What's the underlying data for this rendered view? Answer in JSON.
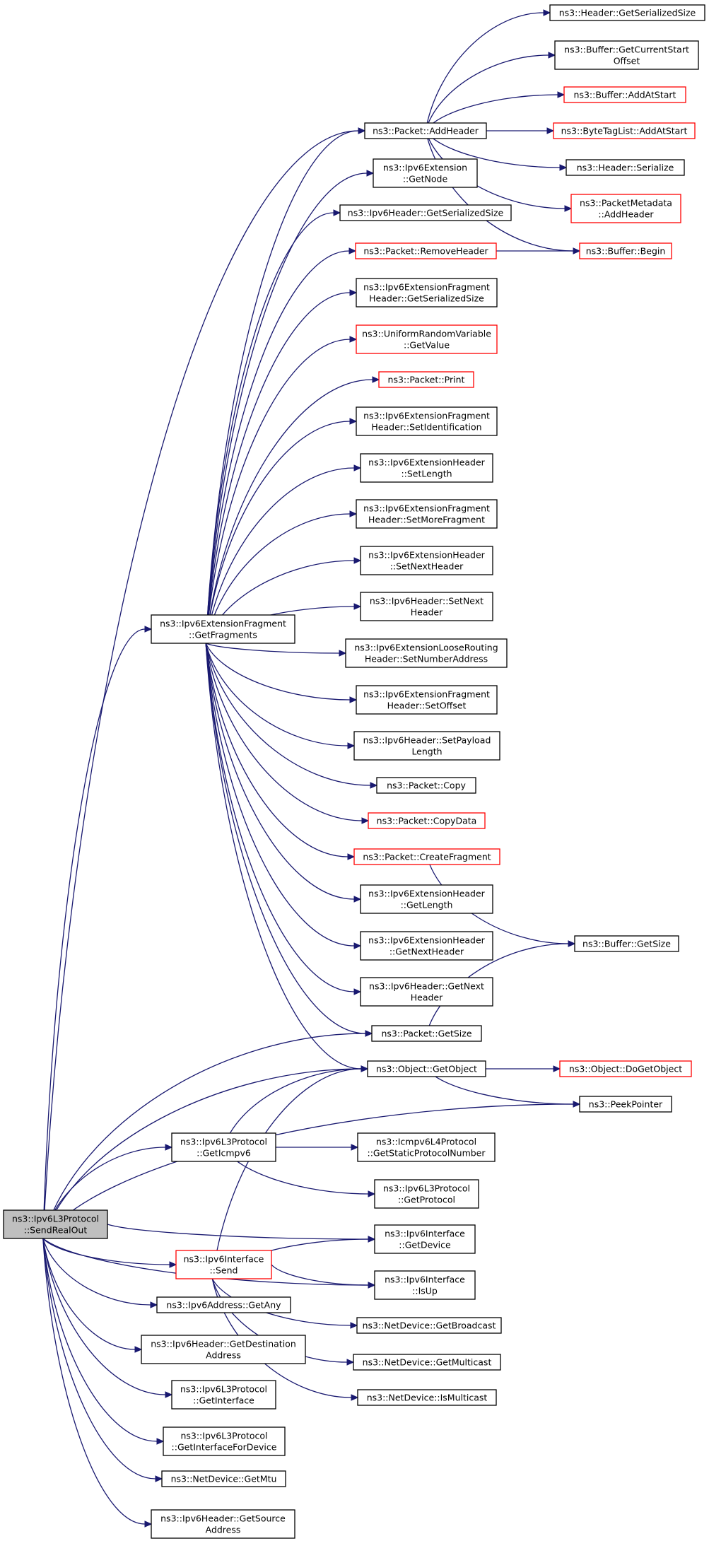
{
  "diagram": {
    "colors": {
      "edge": "#191970",
      "node_border": "#000000",
      "node_border_red": "#ff0000",
      "root_fill": "#bfbfbf",
      "background": "#ffffff"
    },
    "nodes": [
      {
        "id": "send_real_out",
        "lines": [
          "ns3::Ipv6L3Protocol",
          "::SendRealOut"
        ],
        "style": "root"
      },
      {
        "id": "get_fragments",
        "lines": [
          "ns3::Ipv6ExtensionFragment",
          "::GetFragments"
        ],
        "style": "normal"
      },
      {
        "id": "packet_add_header",
        "lines": [
          "ns3::Packet::AddHeader"
        ],
        "style": "normal"
      },
      {
        "id": "header_get_serialized_size",
        "lines": [
          "ns3::Header::GetSerializedSize"
        ],
        "style": "normal"
      },
      {
        "id": "buffer_get_current_start_offset",
        "lines": [
          "ns3::Buffer::GetCurrentStart",
          "Offset"
        ],
        "style": "normal"
      },
      {
        "id": "buffer_add_at_start",
        "lines": [
          "ns3::Buffer::AddAtStart"
        ],
        "style": "red"
      },
      {
        "id": "bytetaglist_add_at_start",
        "lines": [
          "ns3::ByteTagList::AddAtStart"
        ],
        "style": "red"
      },
      {
        "id": "header_serialize",
        "lines": [
          "ns3::Header::Serialize"
        ],
        "style": "normal"
      },
      {
        "id": "packet_metadata_add_header",
        "lines": [
          "ns3::PacketMetadata",
          "::AddHeader"
        ],
        "style": "red"
      },
      {
        "id": "buffer_begin",
        "lines": [
          "ns3::Buffer::Begin"
        ],
        "style": "red"
      },
      {
        "id": "ipv6_extension_get_node",
        "lines": [
          "ns3::Ipv6Extension",
          "::GetNode"
        ],
        "style": "normal"
      },
      {
        "id": "ipv6_header_get_serialized_size",
        "lines": [
          "ns3::Ipv6Header::GetSerializedSize"
        ],
        "style": "normal"
      },
      {
        "id": "packet_remove_header",
        "lines": [
          "ns3::Packet::RemoveHeader"
        ],
        "style": "red"
      },
      {
        "id": "frag_header_get_serialized_size",
        "lines": [
          "ns3::Ipv6ExtensionFragment",
          "Header::GetSerializedSize"
        ],
        "style": "normal"
      },
      {
        "id": "uniform_random_get_value",
        "lines": [
          "ns3::UniformRandomVariable",
          "::GetValue"
        ],
        "style": "red"
      },
      {
        "id": "packet_print",
        "lines": [
          "ns3::Packet::Print"
        ],
        "style": "red"
      },
      {
        "id": "frag_header_set_identification",
        "lines": [
          "ns3::Ipv6ExtensionFragment",
          "Header::SetIdentification"
        ],
        "style": "normal"
      },
      {
        "id": "ext_header_set_length",
        "lines": [
          "ns3::Ipv6ExtensionHeader",
          "::SetLength"
        ],
        "style": "normal"
      },
      {
        "id": "frag_header_set_more_fragment",
        "lines": [
          "ns3::Ipv6ExtensionFragment",
          "Header::SetMoreFragment"
        ],
        "style": "normal"
      },
      {
        "id": "ext_header_set_next_header",
        "lines": [
          "ns3::Ipv6ExtensionHeader",
          "::SetNextHeader"
        ],
        "style": "normal"
      },
      {
        "id": "ipv6_header_set_next_header",
        "lines": [
          "ns3::Ipv6Header::SetNext",
          "Header"
        ],
        "style": "normal"
      },
      {
        "id": "loose_routing_set_number_address",
        "lines": [
          "ns3::Ipv6ExtensionLooseRouting",
          "Header::SetNumberAddress"
        ],
        "style": "normal"
      },
      {
        "id": "frag_header_set_offset",
        "lines": [
          "ns3::Ipv6ExtensionFragment",
          "Header::SetOffset"
        ],
        "style": "normal"
      },
      {
        "id": "ipv6_header_set_payload_length",
        "lines": [
          "ns3::Ipv6Header::SetPayload",
          "Length"
        ],
        "style": "normal"
      },
      {
        "id": "packet_copy",
        "lines": [
          "ns3::Packet::Copy"
        ],
        "style": "normal"
      },
      {
        "id": "packet_copy_data",
        "lines": [
          "ns3::Packet::CopyData"
        ],
        "style": "red"
      },
      {
        "id": "packet_create_fragment",
        "lines": [
          "ns3::Packet::CreateFragment"
        ],
        "style": "red"
      },
      {
        "id": "ext_header_get_length",
        "lines": [
          "ns3::Ipv6ExtensionHeader",
          "::GetLength"
        ],
        "style": "normal"
      },
      {
        "id": "ext_header_get_next_header",
        "lines": [
          "ns3::Ipv6ExtensionHeader",
          "::GetNextHeader"
        ],
        "style": "normal"
      },
      {
        "id": "ipv6_header_get_next_header",
        "lines": [
          "ns3::Ipv6Header::GetNext",
          "Header"
        ],
        "style": "normal"
      },
      {
        "id": "buffer_get_size",
        "lines": [
          "ns3::Buffer::GetSize"
        ],
        "style": "normal"
      },
      {
        "id": "packet_get_size",
        "lines": [
          "ns3::Packet::GetSize"
        ],
        "style": "normal"
      },
      {
        "id": "object_get_object",
        "lines": [
          "ns3::Object::GetObject"
        ],
        "style": "normal"
      },
      {
        "id": "object_do_get_object",
        "lines": [
          "ns3::Object::DoGetObject"
        ],
        "style": "red"
      },
      {
        "id": "peek_pointer",
        "lines": [
          "ns3::PeekPointer"
        ],
        "style": "normal"
      },
      {
        "id": "l3_get_icmpv6",
        "lines": [
          "ns3::Ipv6L3Protocol",
          "::GetIcmpv6"
        ],
        "style": "normal"
      },
      {
        "id": "icmpv6_get_static_protocol_number",
        "lines": [
          "ns3::Icmpv6L4Protocol",
          "::GetStaticProtocolNumber"
        ],
        "style": "normal"
      },
      {
        "id": "l3_get_protocol",
        "lines": [
          "ns3::Ipv6L3Protocol",
          "::GetProtocol"
        ],
        "style": "normal"
      },
      {
        "id": "interface_get_device",
        "lines": [
          "ns3::Ipv6Interface",
          "::GetDevice"
        ],
        "style": "normal"
      },
      {
        "id": "interface_send",
        "lines": [
          "ns3::Ipv6Interface",
          "::Send"
        ],
        "style": "red"
      },
      {
        "id": "interface_is_up",
        "lines": [
          "ns3::Ipv6Interface",
          "::IsUp"
        ],
        "style": "normal"
      },
      {
        "id": "address_get_any",
        "lines": [
          "ns3::Ipv6Address::GetAny"
        ],
        "style": "normal"
      },
      {
        "id": "netdevice_get_broadcast",
        "lines": [
          "ns3::NetDevice::GetBroadcast"
        ],
        "style": "normal"
      },
      {
        "id": "header_get_destination_address",
        "lines": [
          "ns3::Ipv6Header::GetDestination",
          "Address"
        ],
        "style": "normal"
      },
      {
        "id": "netdevice_get_multicast",
        "lines": [
          "ns3::NetDevice::GetMulticast"
        ],
        "style": "normal"
      },
      {
        "id": "l3_get_interface",
        "lines": [
          "ns3::Ipv6L3Protocol",
          "::GetInterface"
        ],
        "style": "normal"
      },
      {
        "id": "netdevice_is_multicast",
        "lines": [
          "ns3::NetDevice::IsMulticast"
        ],
        "style": "normal"
      },
      {
        "id": "l3_get_interface_for_device",
        "lines": [
          "ns3::Ipv6L3Protocol",
          "::GetInterfaceForDevice"
        ],
        "style": "normal"
      },
      {
        "id": "netdevice_get_mtu",
        "lines": [
          "ns3::NetDevice::GetMtu"
        ],
        "style": "normal"
      },
      {
        "id": "header_get_source_address",
        "lines": [
          "ns3::Ipv6Header::GetSource",
          "Address"
        ],
        "style": "normal"
      }
    ],
    "edges": [
      [
        "send_real_out",
        "packet_add_header"
      ],
      [
        "send_real_out",
        "get_fragments"
      ],
      [
        "send_real_out",
        "packet_get_size"
      ],
      [
        "send_real_out",
        "object_get_object"
      ],
      [
        "send_real_out",
        "peek_pointer"
      ],
      [
        "send_real_out",
        "l3_get_icmpv6"
      ],
      [
        "send_real_out",
        "interface_get_device"
      ],
      [
        "send_real_out",
        "interface_send"
      ],
      [
        "send_real_out",
        "interface_is_up"
      ],
      [
        "send_real_out",
        "address_get_any"
      ],
      [
        "send_real_out",
        "header_get_destination_address"
      ],
      [
        "send_real_out",
        "l3_get_interface"
      ],
      [
        "send_real_out",
        "l3_get_interface_for_device"
      ],
      [
        "send_real_out",
        "netdevice_get_mtu"
      ],
      [
        "send_real_out",
        "header_get_source_address"
      ],
      [
        "packet_add_header",
        "header_get_serialized_size"
      ],
      [
        "packet_add_header",
        "buffer_get_current_start_offset"
      ],
      [
        "packet_add_header",
        "buffer_add_at_start"
      ],
      [
        "packet_add_header",
        "bytetaglist_add_at_start"
      ],
      [
        "packet_add_header",
        "header_serialize"
      ],
      [
        "packet_add_header",
        "packet_metadata_add_header"
      ],
      [
        "packet_add_header",
        "buffer_begin"
      ],
      [
        "get_fragments",
        "packet_add_header"
      ],
      [
        "get_fragments",
        "ipv6_extension_get_node"
      ],
      [
        "get_fragments",
        "ipv6_header_get_serialized_size"
      ],
      [
        "get_fragments",
        "packet_remove_header"
      ],
      [
        "get_fragments",
        "frag_header_get_serialized_size"
      ],
      [
        "get_fragments",
        "uniform_random_get_value"
      ],
      [
        "get_fragments",
        "packet_print"
      ],
      [
        "get_fragments",
        "frag_header_set_identification"
      ],
      [
        "get_fragments",
        "ext_header_set_length"
      ],
      [
        "get_fragments",
        "frag_header_set_more_fragment"
      ],
      [
        "get_fragments",
        "ext_header_set_next_header"
      ],
      [
        "get_fragments",
        "ipv6_header_set_next_header"
      ],
      [
        "get_fragments",
        "loose_routing_set_number_address"
      ],
      [
        "get_fragments",
        "frag_header_set_offset"
      ],
      [
        "get_fragments",
        "ipv6_header_set_payload_length"
      ],
      [
        "get_fragments",
        "packet_copy"
      ],
      [
        "get_fragments",
        "packet_copy_data"
      ],
      [
        "get_fragments",
        "packet_create_fragment"
      ],
      [
        "get_fragments",
        "ext_header_get_length"
      ],
      [
        "get_fragments",
        "ext_header_get_next_header"
      ],
      [
        "get_fragments",
        "ipv6_header_get_next_header"
      ],
      [
        "get_fragments",
        "packet_get_size"
      ],
      [
        "get_fragments",
        "object_get_object"
      ],
      [
        "packet_remove_header",
        "buffer_begin"
      ],
      [
        "packet_create_fragment",
        "buffer_get_size"
      ],
      [
        "packet_get_size",
        "buffer_get_size"
      ],
      [
        "object_get_object",
        "object_do_get_object"
      ],
      [
        "object_get_object",
        "peek_pointer"
      ],
      [
        "l3_get_icmpv6",
        "object_get_object"
      ],
      [
        "l3_get_icmpv6",
        "icmpv6_get_static_protocol_number"
      ],
      [
        "l3_get_icmpv6",
        "l3_get_protocol"
      ],
      [
        "interface_send",
        "object_get_object"
      ],
      [
        "interface_send",
        "interface_get_device"
      ],
      [
        "interface_send",
        "interface_is_up"
      ],
      [
        "interface_send",
        "netdevice_get_broadcast"
      ],
      [
        "interface_send",
        "netdevice_get_multicast"
      ],
      [
        "interface_send",
        "netdevice_is_multicast"
      ]
    ]
  }
}
